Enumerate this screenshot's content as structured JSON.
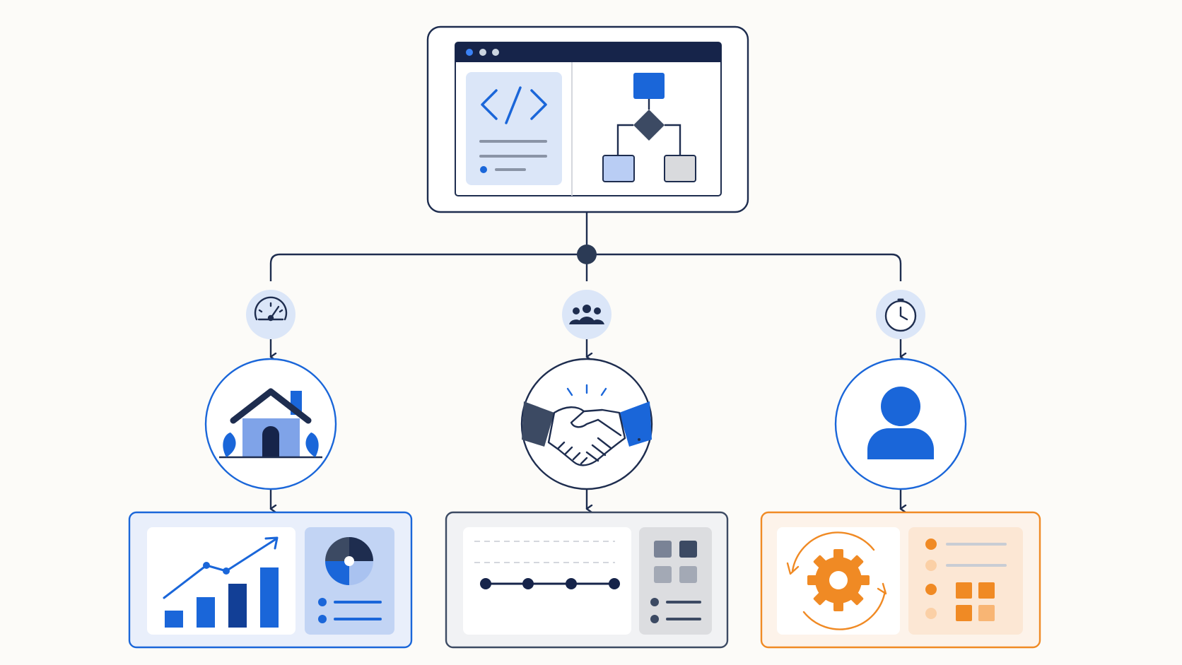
{
  "colors": {
    "navy": "#1e2d4f",
    "blue": "#1a66d9",
    "light_blue": "#dbe6f8",
    "mid_blue": "#a9c2f0",
    "gray": "#6b7280",
    "light_gray": "#e6e7ea",
    "orange": "#f08a24",
    "light_orange": "#fde6cf",
    "background": "#fcfbf8"
  },
  "top_panel": {
    "icons": [
      "window-dots-icon",
      "code-brackets-icon",
      "flowchart-icon"
    ]
  },
  "branches": [
    {
      "id": "left",
      "badge_icon": "speedometer-icon",
      "circle_icon": "house-icon",
      "card_theme": "blue",
      "card_icons": [
        "growth-bar-chart-icon",
        "pie-chart-icon"
      ]
    },
    {
      "id": "center",
      "badge_icon": "team-icon",
      "circle_icon": "handshake-icon",
      "card_theme": "gray",
      "card_icons": [
        "timeline-icon",
        "grid-icon"
      ]
    },
    {
      "id": "right",
      "badge_icon": "clock-icon",
      "circle_icon": "user-icon",
      "card_theme": "orange",
      "card_icons": [
        "gear-cycle-icon",
        "grid-icon"
      ]
    }
  ]
}
